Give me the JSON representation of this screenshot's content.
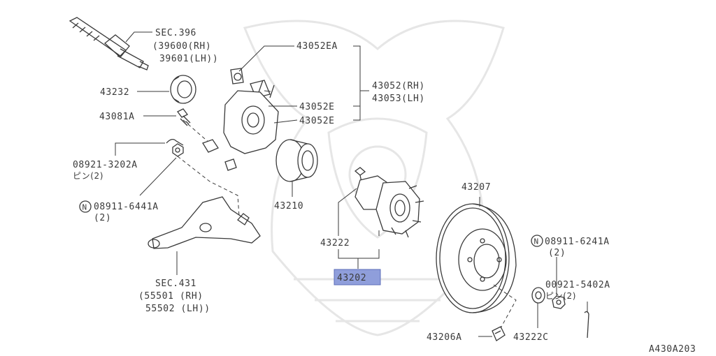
{
  "labels": {
    "sec396": "SEC.396",
    "p39600": "(39600(RH)",
    "p39601": "39601(LH))",
    "p43052EA": "43052EA",
    "p43052": "43052(RH)",
    "p43053": "43053(LH)",
    "p43052E_1": "43052E",
    "p43052E_2": "43052E",
    "p43232": "43232",
    "p43081A": "43081A",
    "p08921_3202A": "08921-3202A",
    "pin2_a": "ピン(2)",
    "p08911_6441A": "08911-6441A",
    "qty2_a": "(2)",
    "p43210": "43210",
    "p43222": "43222",
    "p43202": "43202",
    "p43207": "43207",
    "p08911_6241A": "08911-6241A",
    "qty2_b": "(2)",
    "p00921_5402A": "00921-5402A",
    "pin2_b": "ピン(2)",
    "sec431": "SEC.431",
    "p55501": "(55501 (RH)",
    "p55502": "55502 (LH))",
    "p43206A": "43206A",
    "p43222C": "43222C",
    "diagram_code": "A430A203",
    "n_symbol": "N"
  },
  "colors": {
    "line": "#3a3a3a",
    "highlight": "#8f9edb",
    "watermark": "#e6e6e6"
  },
  "highlighted_part": "43202"
}
